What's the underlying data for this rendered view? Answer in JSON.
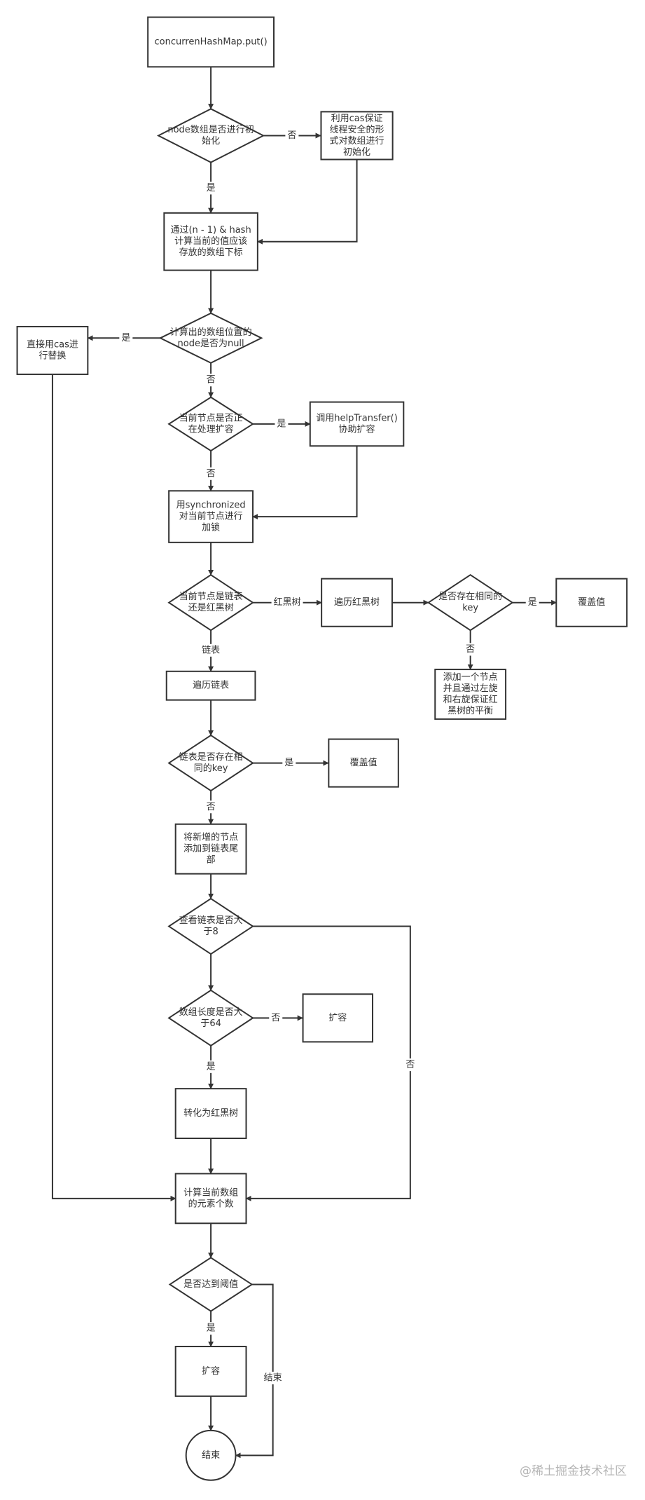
{
  "nodes": [
    {
      "id": "put",
      "shape": "rect",
      "lines": [
        "concurrenHashMap.put()"
      ]
    },
    {
      "id": "is_init",
      "shape": "diamond",
      "lines": [
        "node数组是否进行初",
        "始化"
      ]
    },
    {
      "id": "cas_init",
      "shape": "rect",
      "lines": [
        "利用cas保证",
        "线程安全的形",
        "式对数组进行",
        "初始化"
      ]
    },
    {
      "id": "calc_index",
      "shape": "rect",
      "lines": [
        "通过(n - 1) & hash",
        "计算当前的值应该",
        "存放的数组下标"
      ]
    },
    {
      "id": "is_null",
      "shape": "diamond",
      "lines": [
        "计算出的数组位置的",
        "node是否为null"
      ]
    },
    {
      "id": "cas_replace",
      "shape": "rect",
      "lines": [
        "直接用cas进",
        "行替换"
      ]
    },
    {
      "id": "is_resizing",
      "shape": "diamond",
      "lines": [
        "当前节点是否正",
        "在处理扩容"
      ]
    },
    {
      "id": "help_transfer",
      "shape": "rect",
      "lines": [
        "调用helpTransfer()",
        "协助扩容"
      ]
    },
    {
      "id": "sync_lock",
      "shape": "rect",
      "lines": [
        "用synchronized",
        "对当前节点进行",
        "加锁"
      ]
    },
    {
      "id": "list_or_tree",
      "shape": "diamond",
      "lines": [
        "当前节点是链表",
        "还是红黑树"
      ]
    },
    {
      "id": "traverse_tree",
      "shape": "rect",
      "lines": [
        "遍历红黑树"
      ]
    },
    {
      "id": "tree_same_key",
      "shape": "diamond",
      "lines": [
        "是否存在相同的",
        "key"
      ]
    },
    {
      "id": "tree_overwrite",
      "shape": "rect",
      "lines": [
        "覆盖值"
      ]
    },
    {
      "id": "tree_add",
      "shape": "rect",
      "lines": [
        "添加一个节点",
        "并且通过左旋",
        "和右旋保证红",
        "黑树的平衡"
      ]
    },
    {
      "id": "traverse_list",
      "shape": "rect",
      "lines": [
        "遍历链表"
      ]
    },
    {
      "id": "list_same_key",
      "shape": "diamond",
      "lines": [
        "链表是否存在相",
        "同的key"
      ]
    },
    {
      "id": "list_overwrite",
      "shape": "rect",
      "lines": [
        "覆盖值"
      ]
    },
    {
      "id": "append_tail",
      "shape": "rect",
      "lines": [
        "将新增的节点",
        "添加到链表尾",
        "部"
      ]
    },
    {
      "id": "gt8",
      "shape": "diamond",
      "lines": [
        "查看链表是否大",
        "于8"
      ]
    },
    {
      "id": "len64",
      "shape": "diamond",
      "lines": [
        "数组长度是否大",
        "于64"
      ]
    },
    {
      "id": "resize1",
      "shape": "rect",
      "lines": [
        "扩容"
      ]
    },
    {
      "id": "treeify",
      "shape": "rect",
      "lines": [
        "转化为红黑树"
      ]
    },
    {
      "id": "count",
      "shape": "rect",
      "lines": [
        "计算当前数组",
        "的元素个数"
      ]
    },
    {
      "id": "threshold",
      "shape": "diamond",
      "lines": [
        "是否达到阈值"
      ]
    },
    {
      "id": "resize2",
      "shape": "rect",
      "lines": [
        "扩容"
      ]
    },
    {
      "id": "end",
      "shape": "circle",
      "lines": [
        "结束"
      ]
    }
  ],
  "edges": [
    {
      "from": "put",
      "to": "is_init",
      "label": ""
    },
    {
      "from": "is_init",
      "to": "cas_init",
      "label": "否"
    },
    {
      "from": "is_init",
      "to": "calc_index",
      "label": "是"
    },
    {
      "from": "cas_init",
      "to": "calc_index",
      "label": ""
    },
    {
      "from": "calc_index",
      "to": "is_null",
      "label": ""
    },
    {
      "from": "is_null",
      "to": "cas_replace",
      "label": "是"
    },
    {
      "from": "is_null",
      "to": "is_resizing",
      "label": "否"
    },
    {
      "from": "cas_replace",
      "to": "count",
      "label": ""
    },
    {
      "from": "is_resizing",
      "to": "help_transfer",
      "label": "是"
    },
    {
      "from": "is_resizing",
      "to": "sync_lock",
      "label": "否"
    },
    {
      "from": "help_transfer",
      "to": "sync_lock",
      "label": ""
    },
    {
      "from": "sync_lock",
      "to": "list_or_tree",
      "label": ""
    },
    {
      "from": "list_or_tree",
      "to": "traverse_tree",
      "label": "红黑树"
    },
    {
      "from": "list_or_tree",
      "to": "traverse_list",
      "label": "链表"
    },
    {
      "from": "traverse_tree",
      "to": "tree_same_key",
      "label": ""
    },
    {
      "from": "tree_same_key",
      "to": "tree_overwrite",
      "label": "是"
    },
    {
      "from": "tree_same_key",
      "to": "tree_add",
      "label": "否"
    },
    {
      "from": "traverse_list",
      "to": "list_same_key",
      "label": ""
    },
    {
      "from": "list_same_key",
      "to": "list_overwrite",
      "label": "是"
    },
    {
      "from": "list_same_key",
      "to": "append_tail",
      "label": "否"
    },
    {
      "from": "append_tail",
      "to": "gt8",
      "label": ""
    },
    {
      "from": "gt8",
      "to": "len64",
      "label": ""
    },
    {
      "from": "gt8",
      "to": "count",
      "label": "否"
    },
    {
      "from": "len64",
      "to": "resize1",
      "label": "否"
    },
    {
      "from": "len64",
      "to": "treeify",
      "label": "是"
    },
    {
      "from": "treeify",
      "to": "count",
      "label": ""
    },
    {
      "from": "count",
      "to": "threshold",
      "label": ""
    },
    {
      "from": "threshold",
      "to": "resize2",
      "label": "是"
    },
    {
      "from": "threshold",
      "to": "end",
      "label": "结束"
    },
    {
      "from": "resize2",
      "to": "end",
      "label": ""
    }
  ],
  "watermark": "@稀土掘金技术社区"
}
